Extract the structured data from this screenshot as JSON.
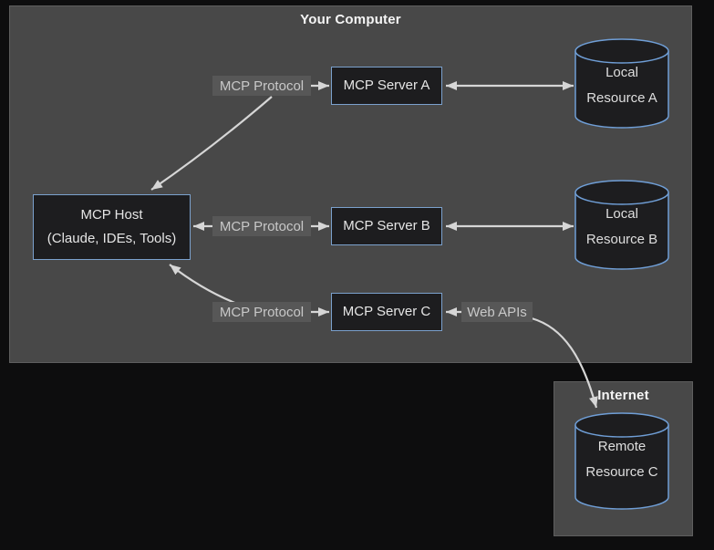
{
  "diagram": {
    "computer_group": {
      "title": "Your Computer"
    },
    "internet_group": {
      "title": "Internet"
    },
    "nodes": {
      "host": {
        "line1": "MCP Host",
        "line2": "(Claude, IDEs, Tools)"
      },
      "server_a": {
        "label": "MCP Server A"
      },
      "server_b": {
        "label": "MCP Server B"
      },
      "server_c": {
        "label": "MCP Server C"
      },
      "resource_a": {
        "line1": "Local",
        "line2": "Resource A"
      },
      "resource_b": {
        "line1": "Local",
        "line2": "Resource B"
      },
      "resource_c": {
        "line1": "Remote",
        "line2": "Resource C"
      }
    },
    "edge_labels": {
      "protocol_a": "MCP Protocol",
      "protocol_b": "MCP Protocol",
      "protocol_c": "MCP Protocol",
      "web_apis": "Web APIs"
    },
    "colors": {
      "page_background": "#0d0d0e",
      "group_fill": "#484848",
      "group_border": "#5e5e5e",
      "node_fill": "#1d1d1f",
      "node_border": "#7ba1cd",
      "cylinder_stroke": "#6f9ed6",
      "arrow": "#d6d6d6",
      "edge_label_bg": "#575757",
      "edge_label_text": "#c8c8c8",
      "title_text": "#f5f5f5",
      "node_text": "#e5e5e5"
    }
  }
}
